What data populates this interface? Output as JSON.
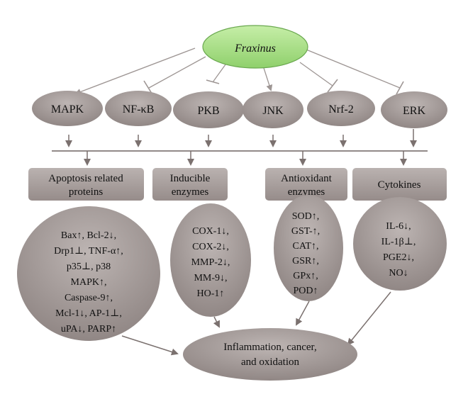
{
  "colors": {
    "root_fill": "#9fd87f",
    "root_stroke": "#6aa84f",
    "node_fill_light": "#b3aaa8",
    "node_fill_dark": "#8c8280",
    "arrow": "#7b716f",
    "edge": "#9e9694",
    "text": "#111111"
  },
  "root": {
    "label": "Fraxinus",
    "style": "italic"
  },
  "pathways": {
    "mapk": "MAPK",
    "nfkb": "NF-κB",
    "pkb": "PKB",
    "jnk": "JNK",
    "nrf2": "Nrf-2",
    "erk": "ERK"
  },
  "categories": {
    "apoptosis": [
      "Apoptosis related",
      "proteins"
    ],
    "inducible": [
      "Inducible",
      "enzymes"
    ],
    "antioxidant": [
      "Antioxidant",
      "enzymes"
    ],
    "cytokines": [
      "Cytokines"
    ]
  },
  "markers": {
    "apoptosis": [
      "Bax↑, Bcl-2↓,",
      "Drp1⊥, TNF-α↑,",
      "p35⊥, p38",
      "MAPK↑,",
      "Caspase-9↑,",
      "Mcl-1↓, AP-1⊥,",
      "uPA↓, PARP↑"
    ],
    "inducible": [
      "COX-1↓,",
      "COX-2↓,",
      "MMP-2↓,",
      "MM-9↓,",
      "HO-1↑"
    ],
    "antioxidant": [
      "SOD↑,",
      "GST-↑,",
      "CAT↑,",
      "GSR↑,",
      "GPx↑,",
      "POD↑"
    ],
    "cytokines": [
      "IL-6↓,",
      "IL-1β⊥,",
      "PGE2↓,",
      "NO↓"
    ]
  },
  "outcome": [
    "Inflammation, cancer,",
    "and oxidation"
  ]
}
